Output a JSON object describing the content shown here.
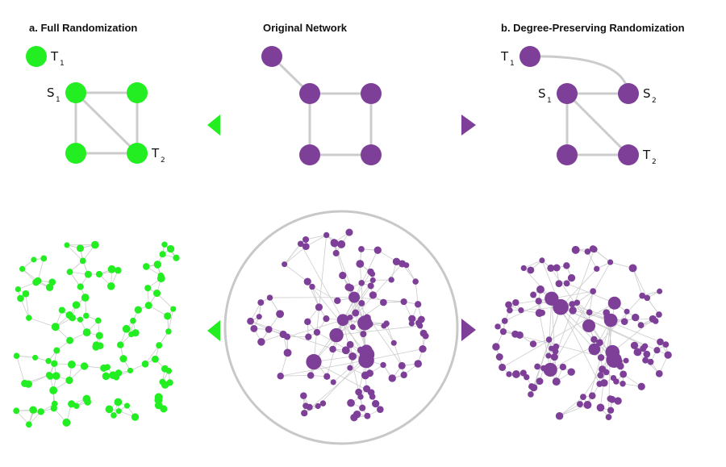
{
  "colors": {
    "random": "#22ee22",
    "original": "#7d3f98",
    "edge": "#cccccc",
    "ring": "#c8c8c8"
  },
  "titles": {
    "full_randomization": "a. Full Randomization",
    "original_network": "Original Network",
    "degree_preserving": "b. Degree-Preserving Randomization"
  },
  "small_networks": {
    "full_randomization": {
      "nodes": [
        {
          "id": "T1",
          "label": "T",
          "sub": "1",
          "side": "right"
        },
        {
          "id": "S1",
          "label": "S",
          "sub": "1",
          "side": "left"
        },
        {
          "id": "A",
          "label": "",
          "sub": ""
        },
        {
          "id": "B",
          "label": "",
          "sub": ""
        },
        {
          "id": "T2",
          "label": "T",
          "sub": "2",
          "side": "right"
        }
      ],
      "edges": [
        [
          "S1",
          "A"
        ],
        [
          "S1",
          "B"
        ],
        [
          "S1",
          "T2"
        ],
        [
          "A",
          "T2"
        ],
        [
          "B",
          "T2"
        ]
      ]
    },
    "original": {
      "nodes": [
        {
          "id": "T1",
          "label": "",
          "sub": ""
        },
        {
          "id": "S1",
          "label": "",
          "sub": ""
        },
        {
          "id": "S2",
          "label": "",
          "sub": ""
        },
        {
          "id": "B",
          "label": "",
          "sub": ""
        },
        {
          "id": "T2",
          "label": "",
          "sub": ""
        }
      ],
      "edges": [
        [
          "T1",
          "S1"
        ],
        [
          "S1",
          "S2"
        ],
        [
          "S1",
          "B"
        ],
        [
          "S2",
          "T2"
        ],
        [
          "B",
          "T2"
        ]
      ]
    },
    "degree_preserving": {
      "nodes": [
        {
          "id": "T1",
          "label": "T",
          "sub": "1",
          "side": "left"
        },
        {
          "id": "S1",
          "label": "S",
          "sub": "1",
          "side": "left"
        },
        {
          "id": "S2",
          "label": "S",
          "sub": "2",
          "side": "right"
        },
        {
          "id": "B",
          "label": "",
          "sub": ""
        },
        {
          "id": "T2",
          "label": "T",
          "sub": "2",
          "side": "right"
        }
      ],
      "edges": [
        [
          "T1",
          "S2"
        ],
        [
          "S1",
          "S2"
        ],
        [
          "S1",
          "B"
        ],
        [
          "S1",
          "T2"
        ],
        [
          "B",
          "T2"
        ]
      ]
    }
  },
  "large_networks": {
    "full_randomization": {
      "node_count": 110,
      "hub_count": 0,
      "seed": 7
    },
    "original": {
      "node_count": 115,
      "hub_count": 8,
      "seed": 13
    },
    "degree_preserving": {
      "node_count": 120,
      "hub_count": 9,
      "seed": 29
    }
  },
  "arrows": {
    "to_full_randomization": "left",
    "to_degree_preserving": "right"
  }
}
